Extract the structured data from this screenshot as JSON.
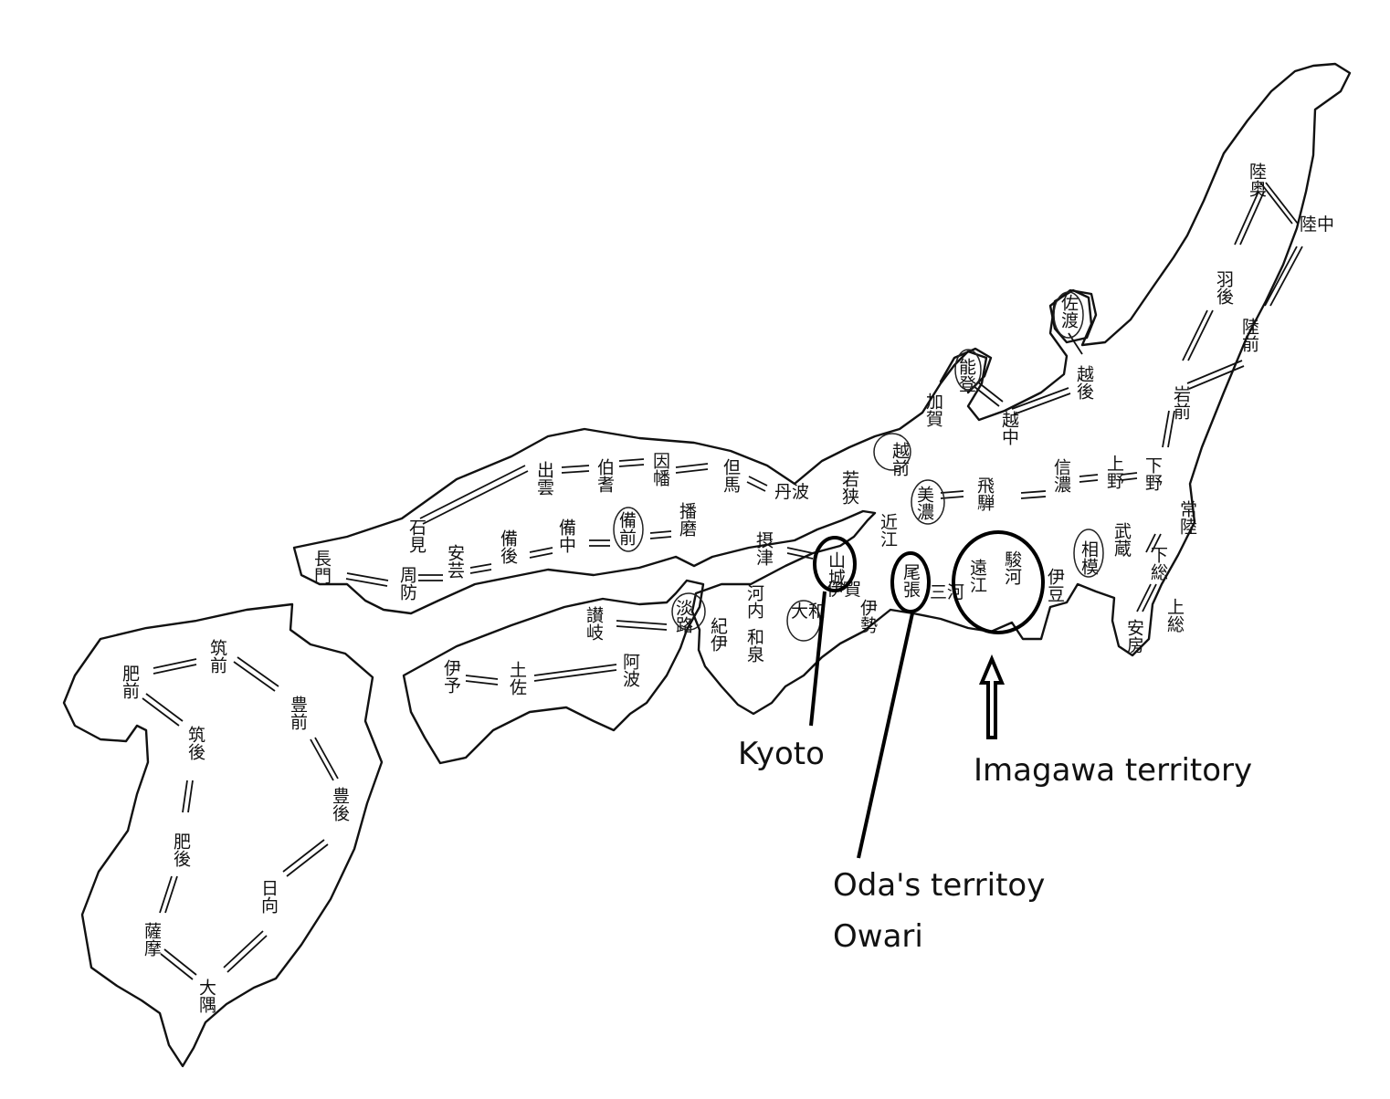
{
  "annotations": {
    "kyoto": "Kyoto",
    "imagawa": "Imagawa territory",
    "oda_line1": "Oda's territoy",
    "oda_line2": "Owari"
  },
  "provinces": {
    "mutsu": "陸奥",
    "rikuchu": "陸中",
    "uzen": "羽後",
    "rikuzen": "陸前",
    "iwashiro": "岩前",
    "sado": "佐渡",
    "echigo": "越後",
    "noto": "能登",
    "kaga": "加賀",
    "ecchu": "越中",
    "echizen": "越前",
    "wakasa": "若狭",
    "hida": "飛騨",
    "shinano": "信濃",
    "kozuke": "上野",
    "shimotsuke": "下野",
    "mino": "美濃",
    "omi": "近江",
    "yamashiro": "山城",
    "owari": "尾張",
    "mikawa": "三河",
    "totomi": "遠江",
    "suruga": "駿河",
    "izu": "伊豆",
    "sagami": "相模",
    "musashi": "武蔵",
    "shimousa": "下総",
    "kazusa": "上総",
    "awa_bo": "安房",
    "hitachi": "常陸",
    "tamba": "丹波",
    "tajima": "但馬",
    "inaba": "因幡",
    "hoki": "伯耆",
    "izumo": "出雲",
    "iwami": "石見",
    "nagato": "長門",
    "suo": "周防",
    "aki": "安芸",
    "bingo": "備後",
    "bitchu": "備中",
    "bizen": "備前",
    "harima": "播磨",
    "settsu": "摂津",
    "kawachi": "河内",
    "izumi": "和泉",
    "yamato": "大和",
    "kii": "紀伊",
    "iga": "伊賀",
    "ise": "伊勢",
    "awaji": "淡路",
    "sanuki": "讃岐",
    "awa": "阿波",
    "iyo": "伊予",
    "tosa": "土佐",
    "chikuzen": "筑前",
    "hizen": "肥前",
    "chikugo": "筑後",
    "buzen": "豊前",
    "bungo": "豊後",
    "higo": "肥後",
    "hyuga": "日向",
    "satsuma": "薩摩",
    "osumi": "大隅"
  }
}
